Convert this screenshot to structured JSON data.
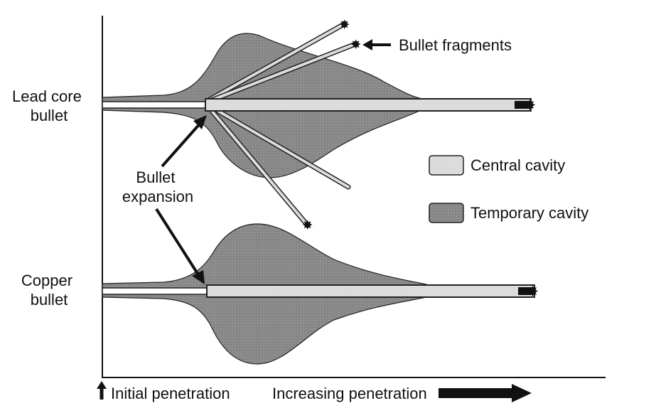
{
  "labels": {
    "lead_core_bullet": [
      "Lead core",
      "bullet"
    ],
    "copper_bullet": [
      "Copper",
      "bullet"
    ],
    "bullet_expansion": [
      "Bullet",
      "expansion"
    ],
    "bullet_fragments": "Bullet fragments",
    "initial_penetration": "Initial penetration",
    "increasing_penetration": "Increasing penetration"
  },
  "legend": [
    {
      "key": "central",
      "label": "Central cavity",
      "swatch_color": "#dcdcdc"
    },
    {
      "key": "temporary",
      "label": "Temporary cavity",
      "swatch_color": "#8c8c8c"
    }
  ]
}
